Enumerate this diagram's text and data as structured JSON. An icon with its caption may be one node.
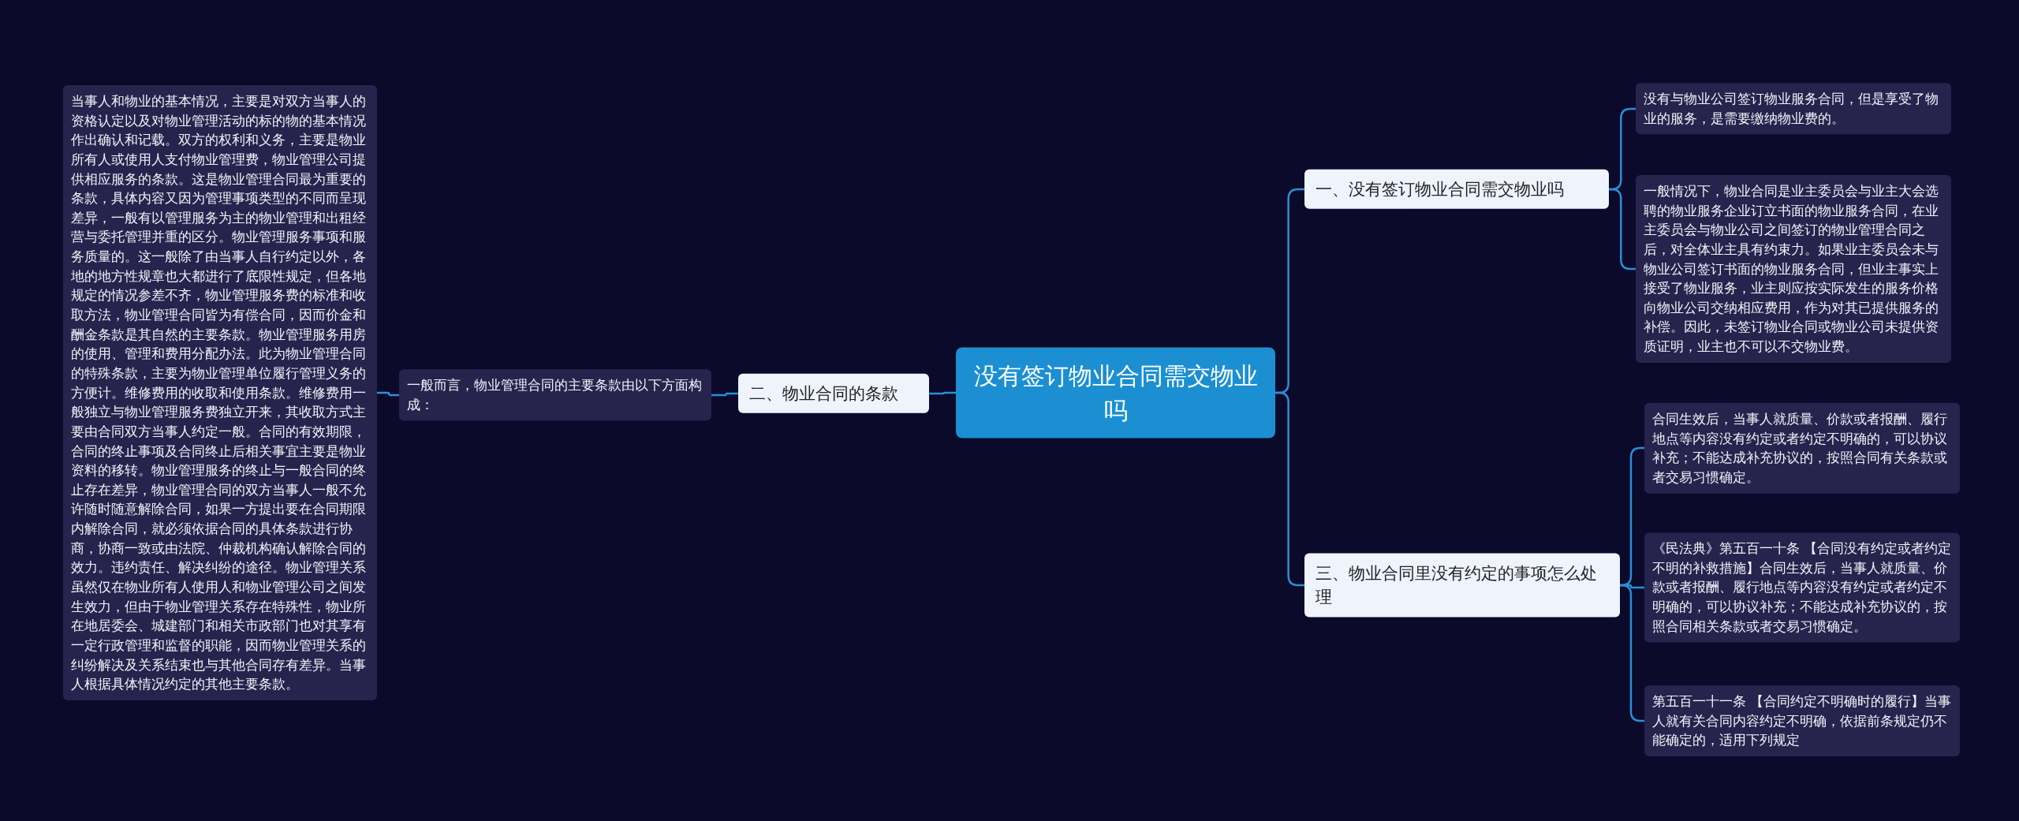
{
  "diagram": {
    "nodes": [
      {
        "text": [
          "没有签订物业合同需交物业吗"
        ]
      },
      {
        "text": [
          "一、没有签订物业合同需交物业吗"
        ]
      },
      {
        "text": [
          "没有与物业公司签订物业服务合同，但是享受了物业的服务，是需要缴纳物业费的。"
        ]
      },
      {
        "text": [
          "一般情况下，物业合同是业主委员会与业主大会选聘的物业服务企业订立书面的物业服务合同，在业主委员会与物业公司之间签订的物业管理合同之后，对全体业主具有约束力。如果业主委员会未与物业公司签订书面的物业服务合同，但业主事实上接受了物业服务，业主则应按实际发生的服务价格向物业公司交纳相应费用，作为对其已提供服务的补偿。因此，未签订物业合同或物业公司未提供资质证明，业主也不可以不交物业费。"
        ]
      },
      {
        "text": [
          "三、物业合同里没有约定的事项怎么处理"
        ]
      },
      {
        "text": [
          "合同生效后，当事人就质量、价款或者报酬、履行地点等内容没有约定或者约定不明确的，可以协议补充；不能达成补充协议的，按照合同有关条款或者交易习惯确定。"
        ]
      },
      {
        "text": [
          "《民法典》第五百一十条 【合同没有约定或者约定不明的补救措施】合同生效后，当事人就质量、价款或者报酬、履行地点等内容没有约定或者约定不明确的，可以协议补充；不能达成补充协议的，按照合同相关条款或者交易习惯确定。"
        ]
      },
      {
        "text": [
          "第五百一十一条 【合同约定不明确时的履行】当事人就有关合同内容约定不明确，依据前条规定仍不能确定的，适用下列规定"
        ]
      },
      {
        "text": [
          "二、物业合同的条款"
        ]
      },
      {
        "text": [
          "一般而言，物业管理合同的主要条款由以下方面构成："
        ]
      },
      {
        "text": [
          "当事人和物业的基本情况，主要是对双方当事人的资格认定以及对物业管理活动的标的物的基本情况作出确认和记载。双方的权利和义务，主要是物业所有人或使用人支付物业管理费，物业管理公司提供相应服务的条款。这是物业管理合同最为重要的条款，具体内容又因为管理事项类型的不同而呈现差异，一般有以管理服务为主的物业管理和出租经营与委托管理并重的区分。物业管理服务事项和服务质量的。这一般除了由当事人自行约定以外，各地的地方性规章也大都进行了底限性规定，但各地规定的情况参差不齐，物业管理服务费的标准和收取方法，物业管理合同皆为有偿合同，因而价金和酬金条款是其自然的主要条款。物业管理服务用房的使用、管理和费用分配办法。此为物业管理合同的特殊条款，主要为物业管理单位履行管理义务的方便计。维修费用的收取和使用条款。维修费用一般独立与物业管理服务费独立开来，其收取方式主要由合同双方当事人约定一般。合同的有效期限，合同的终止事项及合同终止后相关事宜主要是物业资料的移转。物业管理服务的终止与一般合同的终止存在差异，物业管理合同的双方当事人一般不允许随时随意解除合同，如果一方提出要在合同期限内解除合同，就必须依据合同的具体条款进行协商，协商一致或由法院、仲裁机构确认解除合同的效力。违约责任、解决纠纷的途径。物业管理关系虽然仅在物业所有人使用人和物业管理公司之间发生效力，但由于物业管理关系存在特殊性，物业所在地居委会、城建部门和相关市政部门也对其享有一定行政管理和监督的职能，因而物业管理关系的纠纷解决及关系结束也与其他合同存有差异。当事人根据具体情况约定的其他主要条款。"
        ]
      }
    ],
    "edges": [
      {
        "from": 0,
        "to": 1,
        "arrow": "none"
      },
      {
        "from": 1,
        "to": 2,
        "arrow": "none"
      },
      {
        "from": 1,
        "to": 3,
        "arrow": "none"
      },
      {
        "from": 0,
        "to": 4,
        "arrow": "none"
      },
      {
        "from": 4,
        "to": 5,
        "arrow": "none"
      },
      {
        "from": 4,
        "to": 6,
        "arrow": "none"
      },
      {
        "from": 4,
        "to": 7,
        "arrow": "none"
      },
      {
        "from": 0,
        "to": 8,
        "arrow": "none"
      },
      {
        "from": 8,
        "to": 9,
        "arrow": "none"
      },
      {
        "from": 9,
        "to": 10,
        "arrow": "none"
      }
    ]
  }
}
